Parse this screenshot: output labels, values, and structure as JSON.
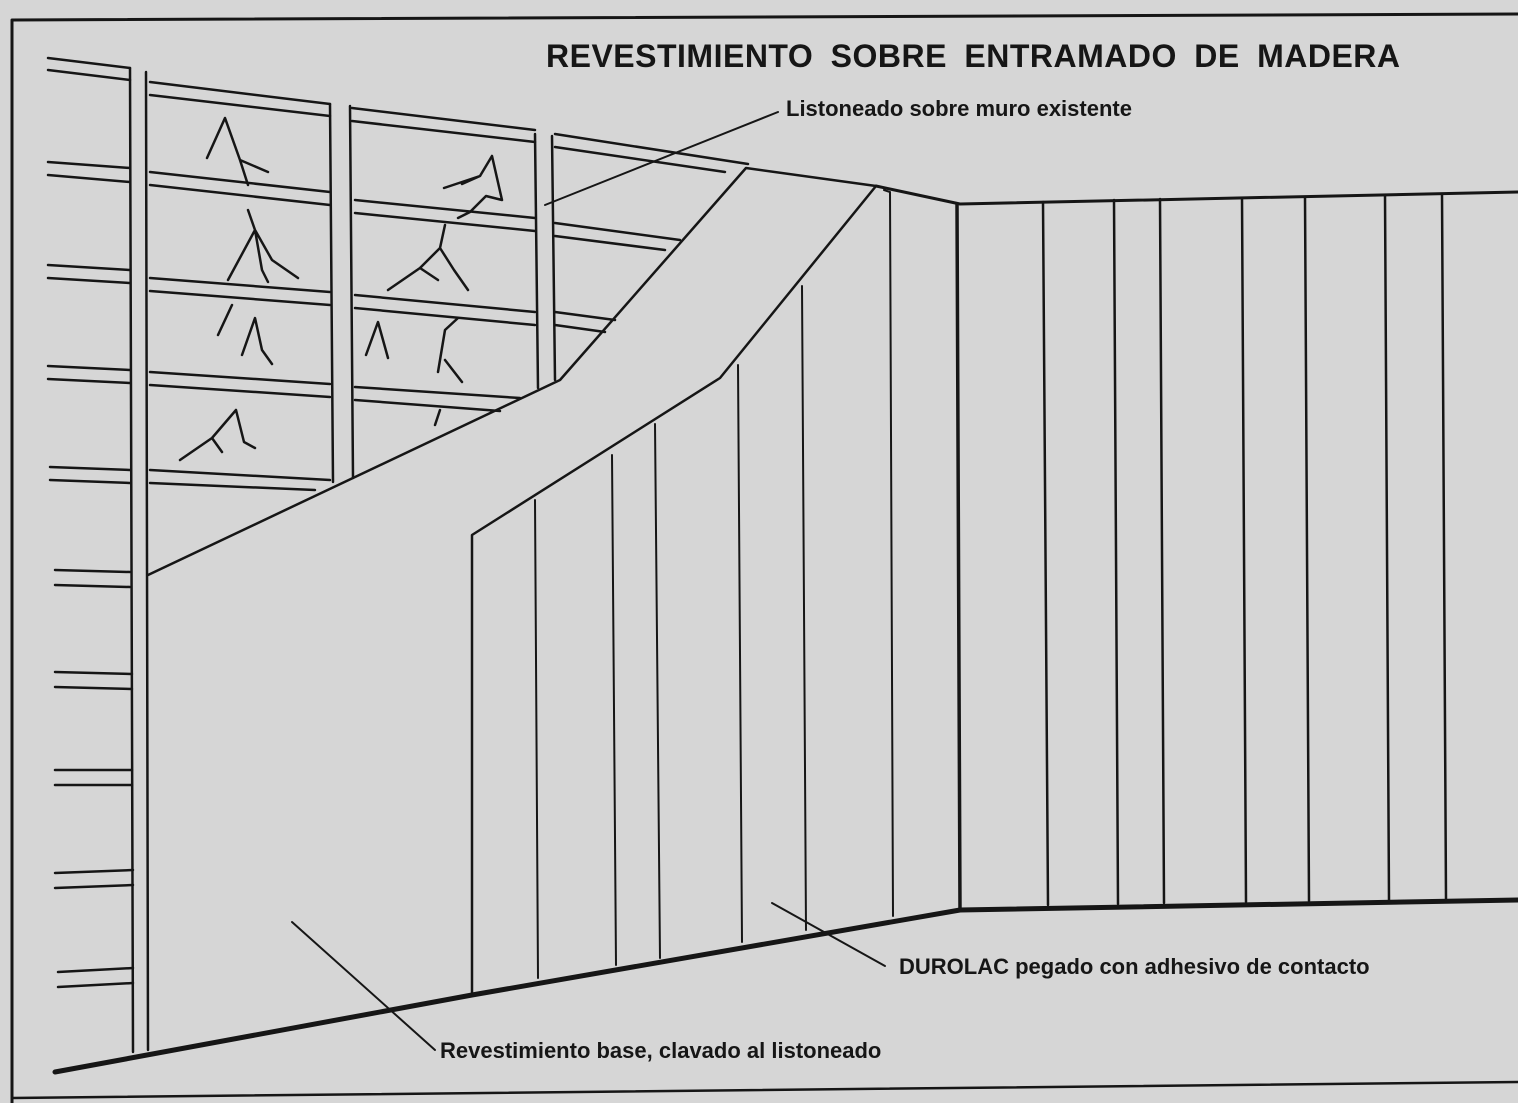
{
  "title": "REVESTIMIENTO  SOBRE  ENTRAMADO DE MADERA",
  "labels": {
    "battens": "Listoneado sobre muro existente",
    "durolac": "DUROLAC pegado con adhesivo de contacto",
    "base": "Revestimiento base, clavado al listoneado"
  }
}
